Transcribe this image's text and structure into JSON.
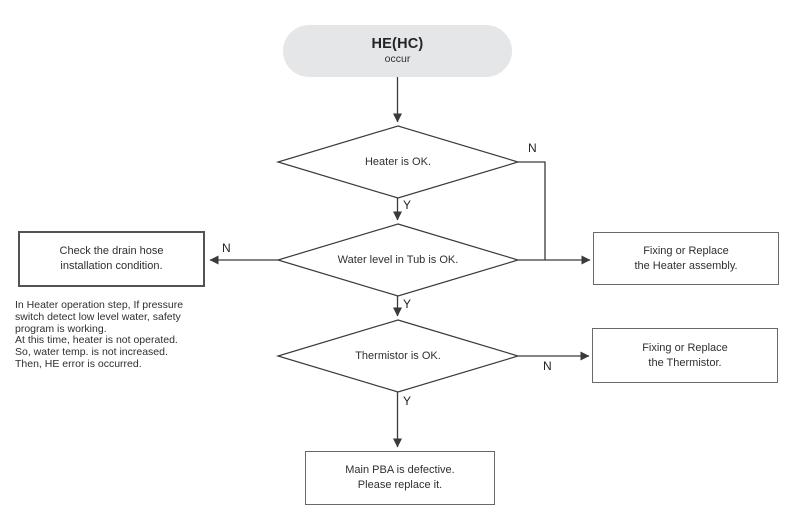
{
  "flowchart": {
    "start": {
      "title": "HE(HC)",
      "subtitle": "occur"
    },
    "decisions": {
      "heater": "Heater is OK.",
      "water_level": "Water level in Tub is OK.",
      "thermistor": "Thermistor is OK."
    },
    "actions": {
      "drain_hose": "Check the drain hose\ninstallation condition.",
      "heater_assembly": "Fixing or Replace\nthe Heater assembly.",
      "thermistor_fix": "Fixing or Replace\nthe Thermistor.",
      "main_pba": "Main PBA is defective.\nPlease replace it."
    },
    "labels": {
      "no_heater": "N",
      "yes_heater": "Y",
      "no_water": "N",
      "yes_water": "Y",
      "no_thermistor": "N",
      "yes_thermistor": "Y"
    },
    "note": "In Heater operation step, If pressure\nswitch detect low level water, safety\nprogram is working.\nAt this time, heater is not operated.\nSo, water temp. is not increased.\nThen, HE error is occurred.",
    "colors": {
      "pill_fill": "#e5e6e7",
      "line": "#3a3a3a",
      "box_border": "#68696b",
      "text": "#2f2f31"
    }
  }
}
